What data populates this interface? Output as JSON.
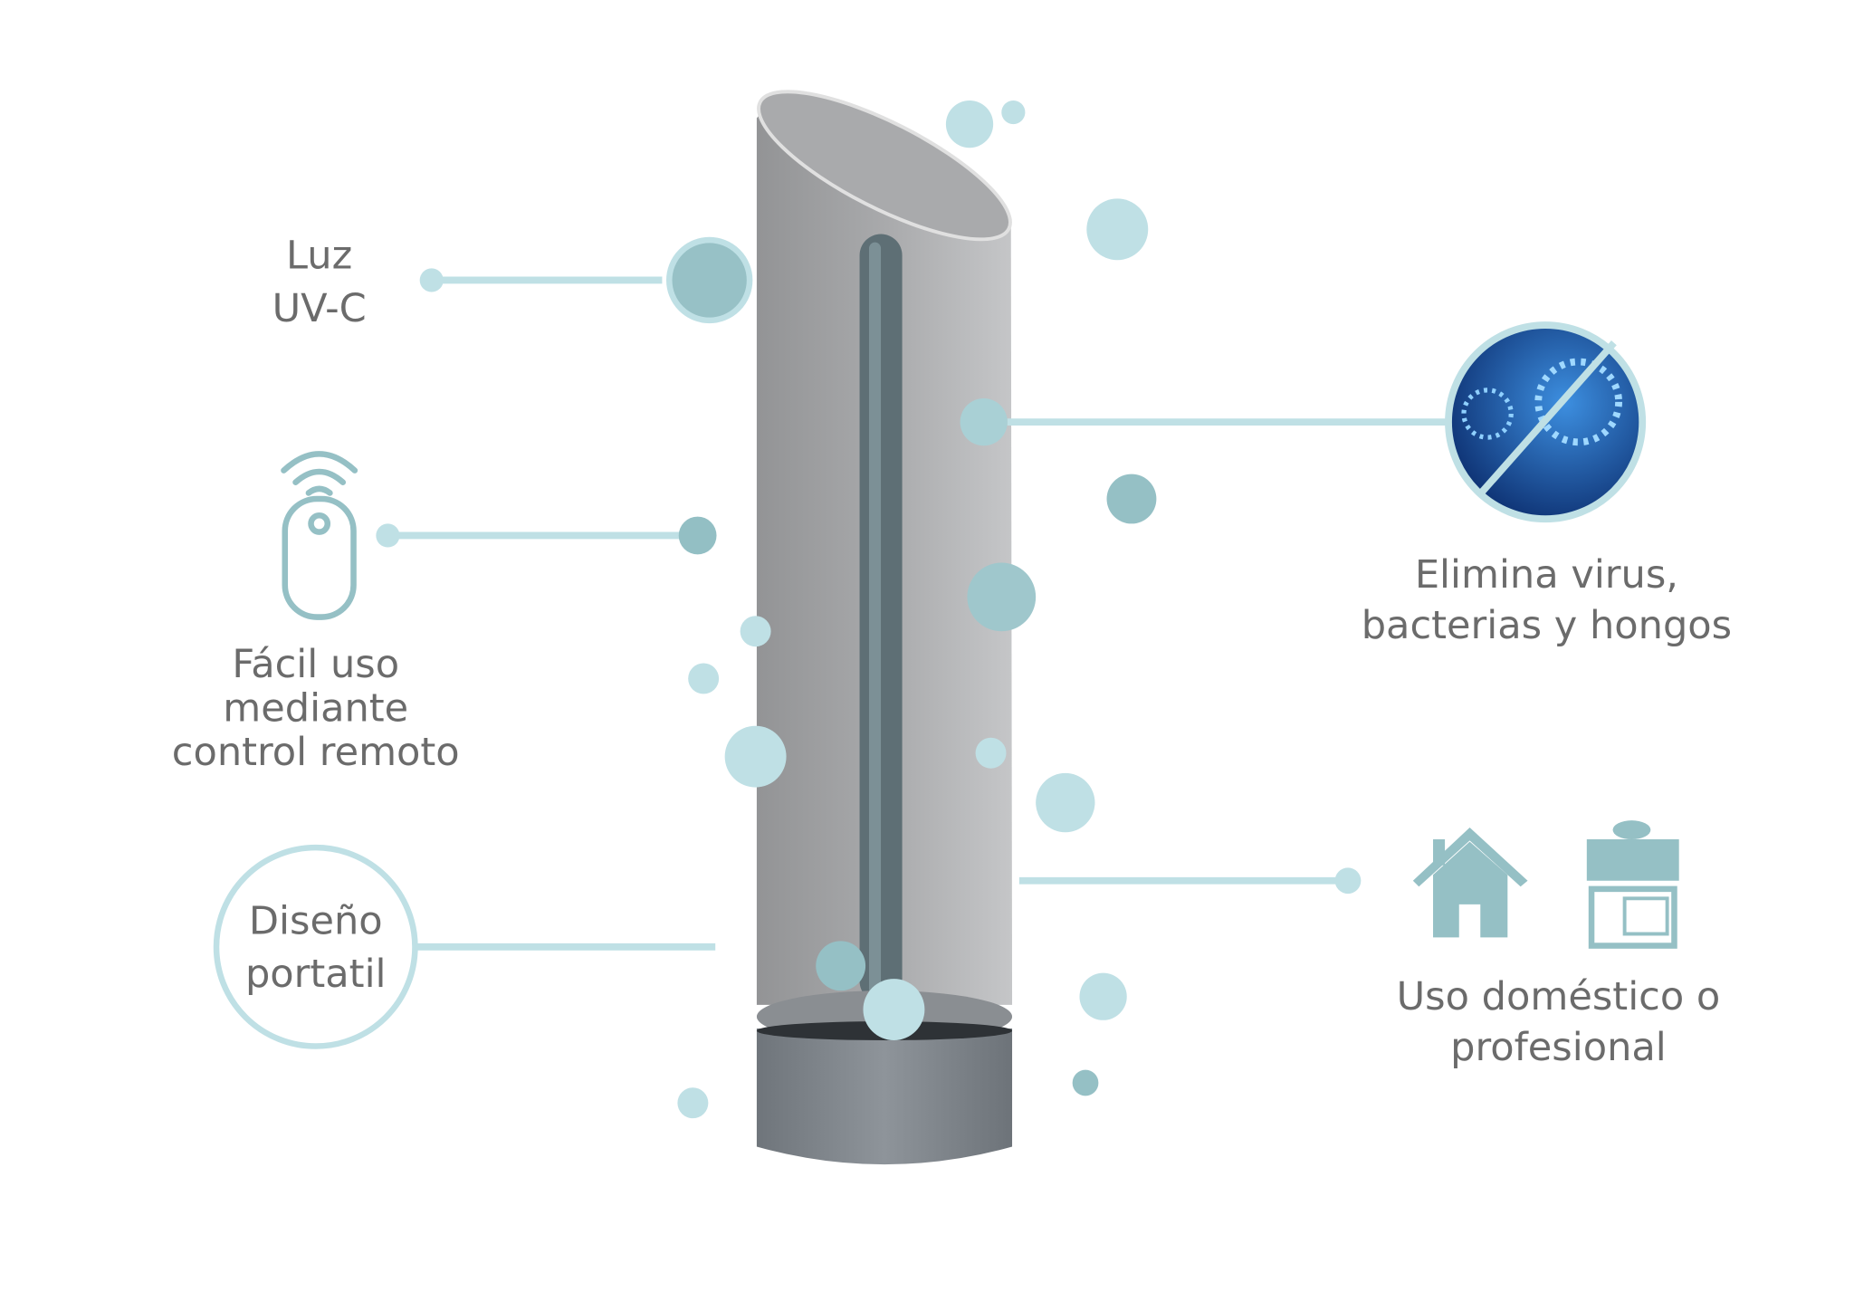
{
  "features": {
    "uv_light": {
      "lines": [
        "Luz",
        "UV-C"
      ]
    },
    "remote": {
      "lines": [
        "Fácil uso",
        "mediante",
        "control remoto"
      ],
      "icon": "remote-control-icon"
    },
    "portable": {
      "lines": [
        "Diseño",
        "portatil"
      ]
    },
    "virus": {
      "lines": [
        "Elimina virus,",
        "bacterias y hongos"
      ],
      "icon": "virus-icon"
    },
    "usage": {
      "lines": [
        "Uso doméstico o",
        "profesional"
      ],
      "icons": [
        "house-icon",
        "shop-icon"
      ]
    }
  },
  "colors": {
    "accent": "#bfe0e5",
    "accent_dark": "#95c0c5",
    "text": "#6b6b6b",
    "device": "#9a9b9d"
  }
}
